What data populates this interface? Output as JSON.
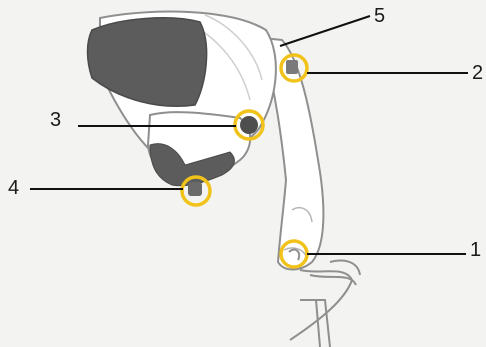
{
  "callouts": [
    {
      "id": "1",
      "label": "1"
    },
    {
      "id": "2",
      "label": "2"
    },
    {
      "id": "3",
      "label": "3"
    },
    {
      "id": "4",
      "label": "4"
    },
    {
      "id": "5",
      "label": "5"
    }
  ],
  "colors": {
    "background": "#f3f3f1",
    "outline": "#8f8f8f",
    "body_fill": "#ffffff",
    "dark_part": "#5c5c5c",
    "highlight": "#f1c31a",
    "leader_line": "#111111"
  }
}
